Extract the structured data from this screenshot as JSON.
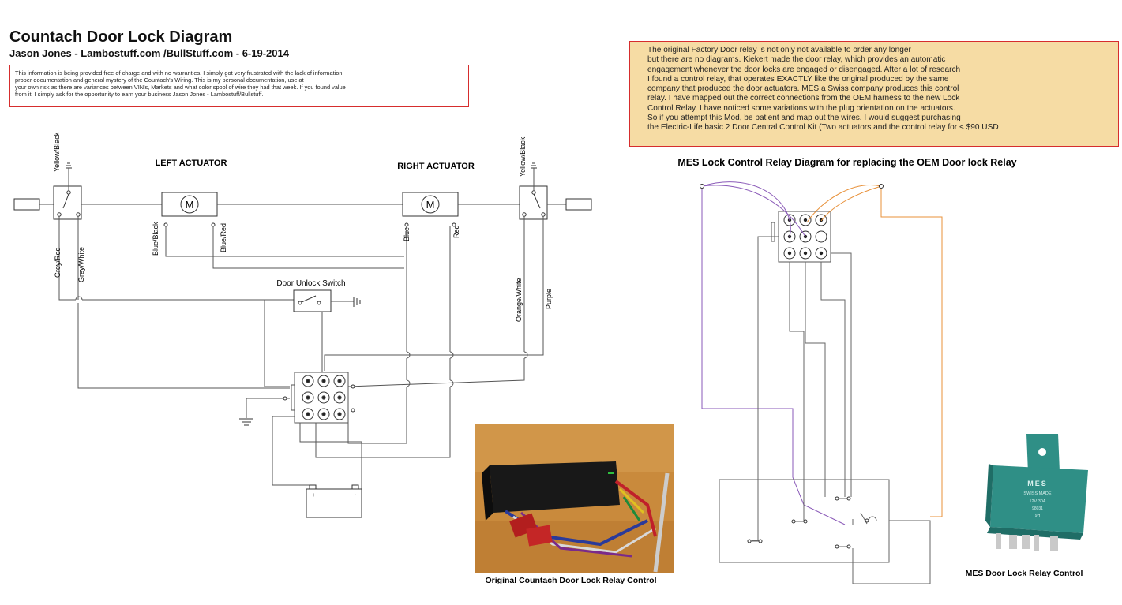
{
  "title": "Countach Door Lock Diagram",
  "subtitle": "Jason Jones -  Lambostuff.com /BullStuff.com  - 6-19-2014",
  "disclaimer": [
    "This information is being provided free of charge and with no warranties.  I simply got very frustrated with the lack of information,",
    "proper documentation and general mystery of the Countach's Wiring. This is my personal documentation, use at",
    "your own risk as there are variances between VIN's, Markets and what color spool of wire they had that week.  If you found value",
    "from it, I simply ask for the opportunity to earn your business Jason Jones - Lambostuff/Bullstuff."
  ],
  "note": [
    "The original Factory Door relay is not only not available to order any longer",
    "but there are no diagrams.  Kiekert made the door relay, which provides an automatic",
    "engagement whenever the door locks are engaged or disengaged. After a lot of research",
    "I found a control relay, that operates EXACTLY like the original produced by the same",
    "company that produced the door actuators.   MES a Swiss company produces this control",
    "relay. I have mapped out the correct connections from the OEM harness to the new Lock",
    "Control Relay. I have noticed some variations with the plug orientation on the actuators.",
    "So if you attempt this Mod, be patient and map out the wires. I would suggest purchasing",
    "the Electric-Life basic 2 Door Central Control Kit (Two actuators and the control relay for < $90 USD"
  ],
  "left_diagram": {
    "left_actuator_label": "LEFT ACTUATOR",
    "right_actuator_label": "RIGHT ACTUATOR",
    "motor_symbol": "M",
    "switch_label": "Door Unlock Switch",
    "wires": {
      "left_switch_top": "Yellow/Black",
      "right_switch_top": "Yellow/Black",
      "grey_red": "Grey/Red",
      "grey_white": "Grey/White",
      "blue_black": "Blue/Black",
      "blue_red": "Blue/Red",
      "blue": "Blue",
      "red": "Red",
      "orange_white": "Orange/White",
      "purple": "Purple"
    },
    "battery_plus": "+",
    "battery_minus": "-"
  },
  "right_diagram": {
    "title": "MES Lock Control Relay Diagram for replacing the OEM Door lock Relay"
  },
  "photos": {
    "original_caption": "Original Countach Door Lock Relay Control",
    "mes_caption": "MES Door Lock Relay Control",
    "mes_logo": "MES",
    "mes_label_lines": [
      "SWISS MADE",
      "12V      30A",
      "98031",
      "9H"
    ]
  },
  "colors": {
    "border_red": "#d62d2d",
    "note_bg": "#f6dca4",
    "purple_wire": "#8a5ab8",
    "orange_wire": "#e8913a",
    "relay_teal": "#2f8f86"
  }
}
